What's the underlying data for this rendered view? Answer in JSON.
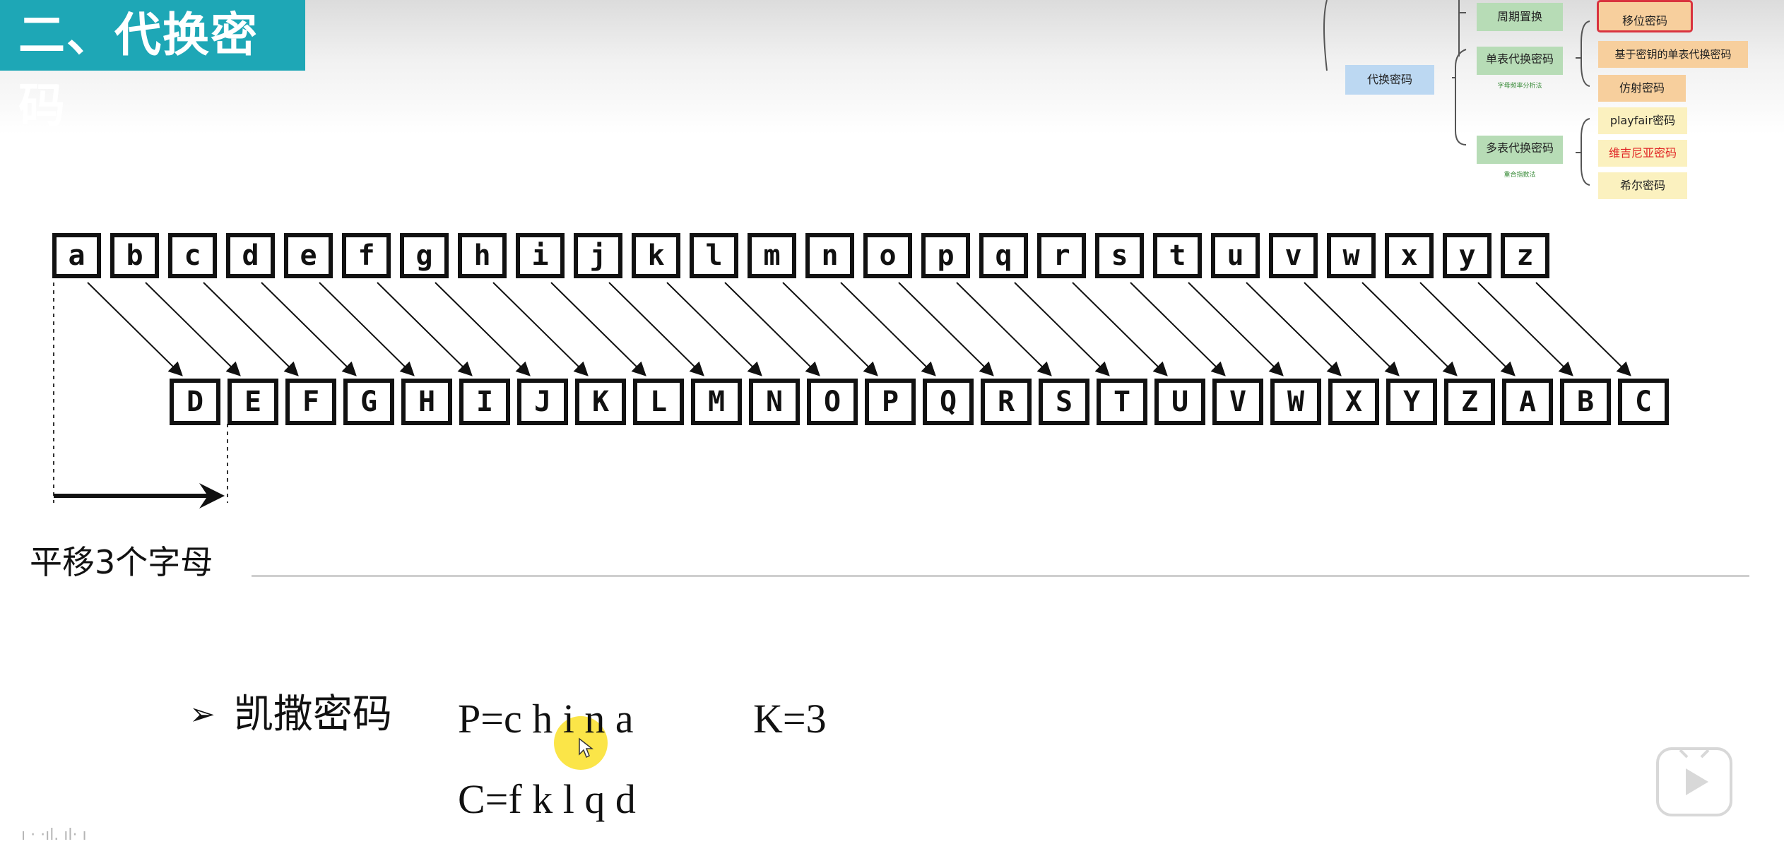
{
  "slide": {
    "title": "二、代换密码",
    "caption": "平移3个字母",
    "bullet_label": "凯撒密码",
    "plaintext_line": "P=c h i n a",
    "key_line": "K=3",
    "ciphertext_line": "C=f k l q d"
  },
  "mindmap": {
    "root": "代换密码",
    "periodic": "周期置换",
    "mono": {
      "label": "单表代换密码",
      "note": "字母频率分析法"
    },
    "poly": {
      "label": "多表代换密码",
      "note": "重合指数法"
    },
    "mono_children": [
      "移位密码",
      "基于密钥的单表代换密码",
      "仿射密码"
    ],
    "poly_children": [
      "playfair密码",
      "维吉尼亚密码",
      "希尔密码"
    ]
  },
  "shift": {
    "plain": [
      "a",
      "b",
      "c",
      "d",
      "e",
      "f",
      "g",
      "h",
      "i",
      "j",
      "k",
      "l",
      "m",
      "n",
      "o",
      "p",
      "q",
      "r",
      "s",
      "t",
      "u",
      "v",
      "w",
      "x",
      "y",
      "z"
    ],
    "cipher": [
      "D",
      "E",
      "F",
      "G",
      "H",
      "I",
      "J",
      "K",
      "L",
      "M",
      "N",
      "O",
      "P",
      "Q",
      "R",
      "S",
      "T",
      "U",
      "V",
      "W",
      "X",
      "Y",
      "Z",
      "A",
      "B",
      "C"
    ],
    "shift_amount": 3
  },
  "colors": {
    "title_bg": "#1ea7b6",
    "highlight": "#fae128",
    "selected_outline": "#d9333f",
    "vigenere_text": "#e02424"
  },
  "icons": {
    "bullet": "triangle-arrow-icon",
    "player": "play-icon",
    "cursor": "mouse-pointer-icon"
  }
}
